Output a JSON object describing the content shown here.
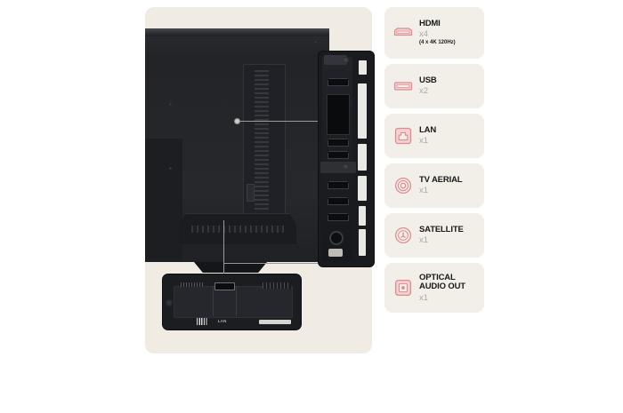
{
  "page": {
    "background_color": "#ffffff",
    "panel_color": "#F0ECE4",
    "card_color": "#F2EFE9",
    "accent_color": "#E8989B",
    "title_color": "#19191A",
    "muted_color": "#A9A9A4"
  },
  "product_panel": {
    "name": "tv-rear-ports-photo",
    "bottom_panel_label": "LAN"
  },
  "specs": [
    {
      "id": "hdmi",
      "icon": "hdmi-port-icon",
      "title": "HDMI",
      "quantity": "x4",
      "note": "(4 x 4K 120Hz)"
    },
    {
      "id": "usb",
      "icon": "usb-port-icon",
      "title": "USB",
      "quantity": "x2",
      "note": ""
    },
    {
      "id": "lan",
      "icon": "lan-port-icon",
      "title": "LAN",
      "quantity": "x1",
      "note": ""
    },
    {
      "id": "tv-aerial",
      "icon": "coaxial-aerial-icon",
      "title": "TV AERIAL",
      "quantity": "x1",
      "note": ""
    },
    {
      "id": "satellite",
      "icon": "satellite-coaxial-icon",
      "title": "SATELLITE",
      "quantity": "x1",
      "note": ""
    },
    {
      "id": "optical-audio-out",
      "icon": "optical-audio-icon",
      "title": "OPTICAL\nAUDIO OUT",
      "quantity": "x1",
      "note": ""
    }
  ]
}
